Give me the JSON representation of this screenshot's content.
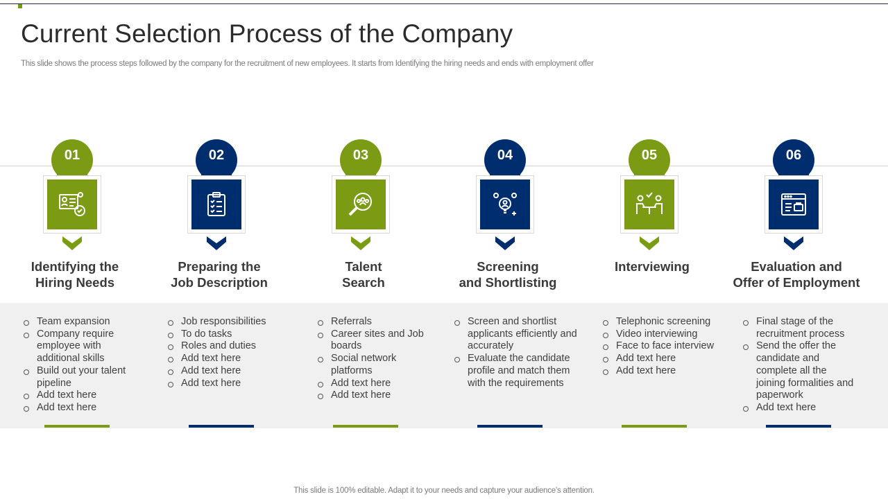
{
  "slide": {
    "title": "Current Selection Process of the Company",
    "subtitle": "This slide shows the process steps followed by the company for the recruitment of new employees. It starts from Identifying the hiring needs and ends with employment offer",
    "footer": "This slide is 100% editable. Adapt it to your needs and capture your audience's attention."
  },
  "colors": {
    "green": "#7a9b13",
    "navy": "#002d6e",
    "band": "#f0f0f0"
  },
  "steps": [
    {
      "number": "01",
      "title_line1": "Identifying the",
      "title_line2": "Hiring Needs",
      "icon": "resume-profile-icon",
      "bullets": [
        "Team expansion",
        "Company require employee with additional skills",
        "Build out your talent pipeline",
        "Add text here",
        "Add text here"
      ]
    },
    {
      "number": "02",
      "title_line1": "Preparing the",
      "title_line2": "Job Description",
      "icon": "clipboard-checklist-icon",
      "bullets": [
        "Job responsibilities",
        "To do tasks",
        "Roles and duties",
        "Add text here",
        "Add text here",
        "Add text here"
      ]
    },
    {
      "number": "03",
      "title_line1": "Talent",
      "title_line2": "Search",
      "icon": "people-search-icon",
      "bullets": [
        "Referrals",
        "Career sites and Job boards",
        "Social network platforms",
        "Add text here",
        "Add text here"
      ]
    },
    {
      "number": "04",
      "title_line1": "Screening",
      "title_line2": "and Shortlisting",
      "icon": "candidate-selection-icon",
      "bullets": [
        "Screen and shortlist applicants efficiently and accurately",
        "Evaluate the candidate profile and match them with the requirements"
      ]
    },
    {
      "number": "05",
      "title_line1": "Interviewing",
      "title_line2": "",
      "icon": "interview-table-icon",
      "bullets": [
        "Telephonic screening",
        "Video interviewing",
        "Face to face interview",
        "Add text here",
        "Add text here"
      ]
    },
    {
      "number": "06",
      "title_line1": "Evaluation and",
      "title_line2": "Offer of Employment",
      "icon": "job-offer-browser-icon",
      "bullets": [
        "Final stage of the recruitment process",
        "Send the offer the candidate and complete all the joining formalities and paperwork",
        "Add text here"
      ]
    }
  ]
}
